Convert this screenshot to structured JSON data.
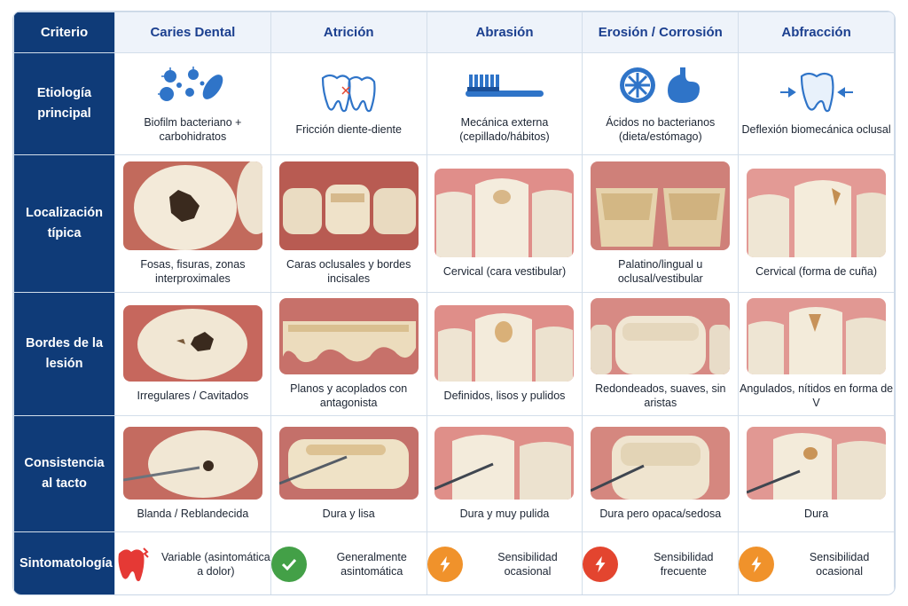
{
  "header": {
    "criterio": "Criterio",
    "columns": [
      "Caries Dental",
      "Atrición",
      "Abrasión",
      "Erosión / Corrosión",
      "Abfracción"
    ]
  },
  "rows": {
    "etiologia": {
      "label": "Etiología principal",
      "cells": [
        "Biofilm bacteriano + carbohidratos",
        "Fricción diente-diente",
        "Mecánica externa (cepillado/hábitos)",
        "Ácidos no bacterianos (dieta/estómago)",
        "Deflexión biomecánica oclusal"
      ],
      "icons": [
        "bacteria-icon",
        "teeth-friction-icon",
        "toothbrush-icon",
        "citrus-stomach-icon",
        "tooth-flexion-icon"
      ]
    },
    "localizacion": {
      "label": "Localización típica",
      "cells": [
        "Fosas, fisuras, zonas interproximales",
        "Caras oclusales y bordes incisales",
        "Cervical (cara vestibular)",
        "Palatino/lingual u oclusal/vestibular",
        "Cervical (forma de cuña)"
      ]
    },
    "bordes": {
      "label": "Bordes de la lesión",
      "cells": [
        "Irregulares / Cavitados",
        "Planos y acoplados con antagonista",
        "Definidos, lisos y pulidos",
        "Redondeados, suaves, sin aristas",
        "Angulados, nítidos en forma de V"
      ]
    },
    "consistencia": {
      "label": "Consistencia al tacto",
      "cells": [
        "Blanda / Reblandecida",
        "Dura y lisa",
        "Dura y muy pulida",
        "Dura pero opaca/sedosa",
        "Dura"
      ]
    },
    "sintomatologia": {
      "label": "Sintomatología",
      "cells": [
        "Variable (asintomática a dolor)",
        "Generalmente asintomática",
        "Sensibilidad ocasional",
        "Sensibilidad frecuente",
        "Sensibilidad ocasional"
      ],
      "icons": [
        "painful-tooth-icon",
        "check-icon",
        "lightning-icon",
        "lightning-icon",
        "lightning-icon"
      ],
      "colors": [
        "#e53935",
        "#43a047",
        "#f0922b",
        "#e3452f",
        "#f0922b"
      ]
    }
  },
  "colors": {
    "header_bg": "#0f3b78",
    "header_text": "#1b3f8f",
    "accent_blue": "#1e72c9"
  }
}
